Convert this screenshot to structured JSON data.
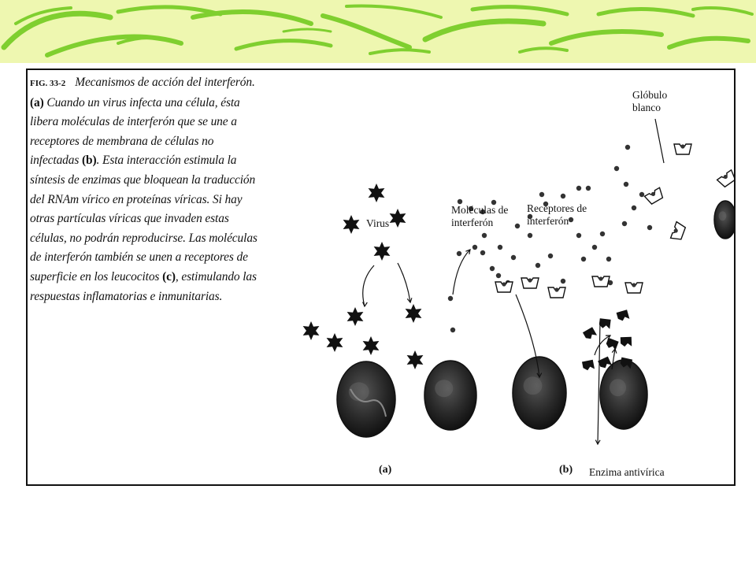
{
  "banner": {
    "colors": {
      "background": "#eef7b0",
      "strokes": "#7fcf2f"
    }
  },
  "figure": {
    "fig_number": "FIG. 33-2",
    "caption_parts": [
      {
        "t": "Mecanismos de acción del interferón. "
      },
      {
        "t": "(a)",
        "b": true
      },
      {
        "t": " Cuando un virus infecta una célula, ésta libera moléculas de interferón que se une a receptores de membrana de células no infectadas "
      },
      {
        "t": "(b)",
        "b": true
      },
      {
        "t": ". Esta interacción estimula la síntesis de enzimas que bloquean la traducción del RNAm vírico en proteínas víricas. Si hay otras partículas víricas que invaden estas células, no podrán reproducirse. Las moléculas de interferón también se unen a receptores de superficie en los leucocitos "
      },
      {
        "t": "(c)",
        "b": true
      },
      {
        "t": ", estimulando las respuestas inflamatorias e inmunitarias."
      }
    ]
  },
  "labels": {
    "virus": "Virus",
    "moleculas_1": "Moléculas de",
    "moleculas_2": "interferón",
    "receptores_1": "Receptores de",
    "receptores_2": "interferón",
    "globulo_1": "Glóbulo",
    "globulo_2": "blanco",
    "panel_a": "(a)",
    "panel_b": "(b)",
    "enzima": "Enzima antivírica"
  }
}
